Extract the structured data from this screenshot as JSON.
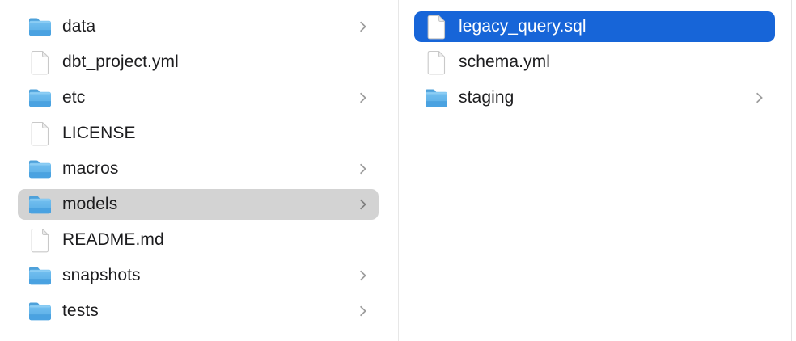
{
  "window": {
    "view": "finder-column-view"
  },
  "colors": {
    "selection-blue": "#1765d8",
    "selection-gray": "#d3d3d3",
    "text": "#1d1d1f",
    "text-selected": "#ffffff",
    "chevron": "#9c9c9c",
    "chevron-on-gray": "#7d7d7d",
    "divider": "#e7e7e7",
    "edge-border": "#e3e3e3",
    "folder-blue-top": "#74c0f0",
    "folder-blue-bottom": "#55abe5"
  },
  "icons": {
    "folder": "folder-icon",
    "file": "document-icon",
    "expand": "chevron-right-icon"
  },
  "columns": [
    {
      "name": "parent-column",
      "items": [
        {
          "label": "data",
          "type": "folder",
          "expandable": true,
          "selected": false
        },
        {
          "label": "dbt_project.yml",
          "type": "file",
          "expandable": false,
          "selected": false
        },
        {
          "label": "etc",
          "type": "folder",
          "expandable": true,
          "selected": false
        },
        {
          "label": "LICENSE",
          "type": "file",
          "expandable": false,
          "selected": false
        },
        {
          "label": "macros",
          "type": "folder",
          "expandable": true,
          "selected": false
        },
        {
          "label": "models",
          "type": "folder",
          "expandable": true,
          "selected": true,
          "selection_style": "inactive-gray"
        },
        {
          "label": "README.md",
          "type": "file",
          "expandable": false,
          "selected": false
        },
        {
          "label": "snapshots",
          "type": "folder",
          "expandable": true,
          "selected": false
        },
        {
          "label": "tests",
          "type": "folder",
          "expandable": true,
          "selected": false
        }
      ]
    },
    {
      "name": "child-column",
      "items": [
        {
          "label": "legacy_query.sql",
          "type": "file",
          "expandable": false,
          "selected": true,
          "selection_style": "active-blue"
        },
        {
          "label": "schema.yml",
          "type": "file",
          "expandable": false,
          "selected": false
        },
        {
          "label": "staging",
          "type": "folder",
          "expandable": true,
          "selected": false
        }
      ]
    }
  ]
}
